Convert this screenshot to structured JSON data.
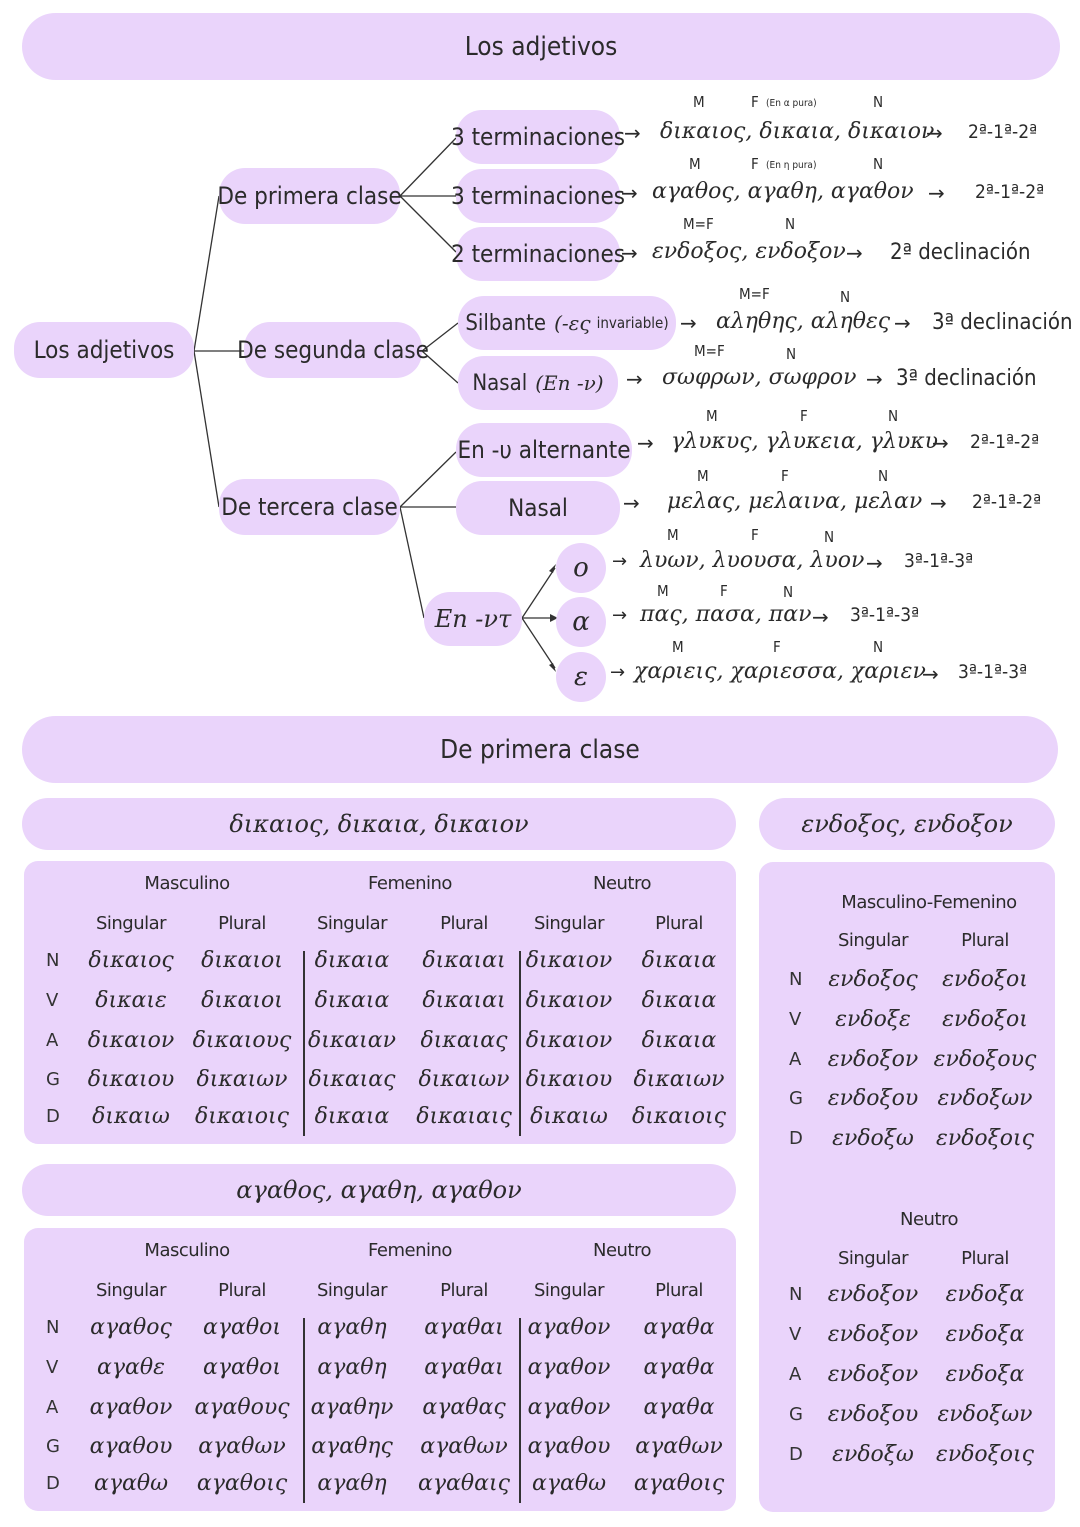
{
  "title": "Los adjetivos",
  "tree": {
    "root": "Los adjetivos",
    "classes": [
      "De primera clase",
      "De segunda clase",
      "De tercera clase"
    ],
    "first": [
      {
        "label": "3 terminaciones",
        "m": "M",
        "f": "F",
        "f_note": "(En α pura)",
        "n": "N",
        "forms": "δικαιος, δικαια, δικαιον",
        "result": "2ª-1ª-2ª"
      },
      {
        "label": "3 terminaciones",
        "m": "M",
        "f": "F",
        "f_note": "(En η pura)",
        "n": "N",
        "forms": "αγαθος, αγαθη, αγαθον",
        "result": "2ª-1ª-2ª"
      },
      {
        "label": "2 terminaciones",
        "mf": "M=F",
        "n": "N",
        "forms": "ενδοξος, ενδοξον",
        "result": "2ª declinación"
      }
    ],
    "second": [
      {
        "label_main": "Silbante",
        "label_greek": "(-ες",
        "label_note": "invariable)",
        "mf": "M=F",
        "n": "N",
        "forms": "αληθης, αληθες",
        "result": "3ª declinación"
      },
      {
        "label_main": "Nasal",
        "label_greek": "(En -ν)",
        "mf": "M=F",
        "n": "N",
        "forms": "σωφρων, σωφρον",
        "result": "3ª declinación"
      }
    ],
    "third": [
      {
        "label": "En -υ alternante",
        "m": "M",
        "f": "F",
        "n": "N",
        "forms": "γλυκυς, γλυκεια, γλυκυ",
        "result": "2ª-1ª-2ª"
      },
      {
        "label": "Nasal",
        "m": "M",
        "f": "F",
        "n": "N",
        "forms": "μελας, μελαινα, μελαν",
        "result": "2ª-1ª-2ª"
      }
    ],
    "nt": {
      "label": "En -ντ",
      "vowels": [
        {
          "v": "ο",
          "m": "M",
          "f": "F",
          "n": "N",
          "forms": "λυων, λυουσα, λυον",
          "result": "3ª-1ª-3ª"
        },
        {
          "v": "α",
          "m": "M",
          "f": "F",
          "n": "N",
          "forms": "πας, πασα, παν",
          "result": "3ª-1ª-3ª"
        },
        {
          "v": "ε",
          "m": "M",
          "f": "F",
          "n": "N",
          "forms": "χαριεις, χαριεσσα, χαριεν",
          "result": "3ª-1ª-3ª"
        }
      ]
    }
  },
  "section2": {
    "title": "De primera clase",
    "cases": [
      "N",
      "V",
      "A",
      "G",
      "D"
    ],
    "genders3": [
      "Masculino",
      "Femenino",
      "Neutro"
    ],
    "number": [
      "Singular",
      "Plural"
    ],
    "dikaios": {
      "title": "δικαιος, δικαια, δικαιον",
      "rows": [
        [
          "δικαιος",
          "δικαιοι",
          "δικαια",
          "δικαιαι",
          "δικαιον",
          "δικαια"
        ],
        [
          "δικαιε",
          "δικαιοι",
          "δικαια",
          "δικαιαι",
          "δικαιον",
          "δικαια"
        ],
        [
          "δικαιον",
          "δικαιους",
          "δικαιαν",
          "δικαιας",
          "δικαιον",
          "δικαια"
        ],
        [
          "δικαιου",
          "δικαιων",
          "δικαιας",
          "δικαιων",
          "δικαιου",
          "δικαιων"
        ],
        [
          "δικαιω",
          "δικαιοις",
          "δικαια",
          "δικαιαις",
          "δικαιω",
          "δικαιοις"
        ]
      ]
    },
    "agathos": {
      "title": "αγαθος, αγαθη, αγαθον",
      "rows": [
        [
          "αγαθος",
          "αγαθοι",
          "αγαθη",
          "αγαθαι",
          "αγαθον",
          "αγαθα"
        ],
        [
          "αγαθε",
          "αγαθοι",
          "αγαθη",
          "αγαθαι",
          "αγαθον",
          "αγαθα"
        ],
        [
          "αγαθον",
          "αγαθους",
          "αγαθην",
          "αγαθας",
          "αγαθον",
          "αγαθα"
        ],
        [
          "αγαθου",
          "αγαθων",
          "αγαθης",
          "αγαθων",
          "αγαθου",
          "αγαθων"
        ],
        [
          "αγαθω",
          "αγαθοις",
          "αγαθη",
          "αγαθαις",
          "αγαθω",
          "αγαθοις"
        ]
      ]
    },
    "endoxos": {
      "title": "ενδοξος, ενδοξον",
      "mf_label": "Masculino-Femenino",
      "n_label": "Neutro",
      "mf_rows": [
        [
          "ενδοξος",
          "ενδοξοι"
        ],
        [
          "ενδοξε",
          "ενδοξοι"
        ],
        [
          "ενδοξον",
          "ενδοξους"
        ],
        [
          "ενδοξου",
          "ενδοξων"
        ],
        [
          "ενδοξω",
          "ενδοξοις"
        ]
      ],
      "n_rows": [
        [
          "ενδοξον",
          "ενδοξα"
        ],
        [
          "ενδοξον",
          "ενδοξα"
        ],
        [
          "ενδοξον",
          "ενδοξα"
        ],
        [
          "ενδοξου",
          "ενδοξων"
        ],
        [
          "ενδοξω",
          "ενδοξοις"
        ]
      ]
    }
  }
}
